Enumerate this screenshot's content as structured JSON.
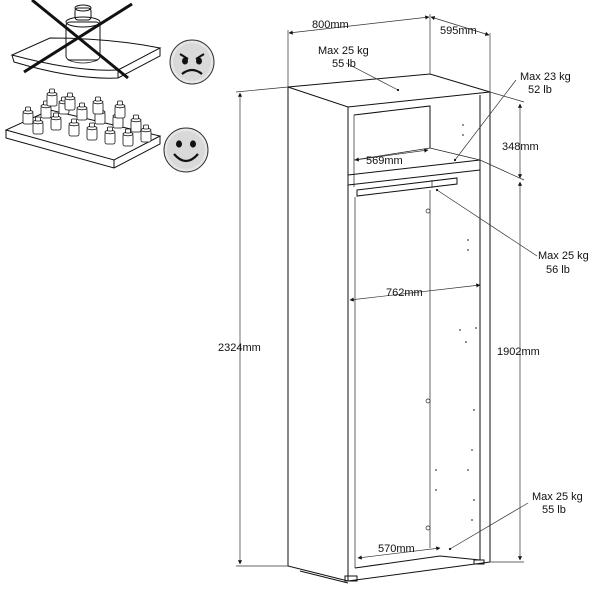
{
  "dimensions": {
    "width": "800mm",
    "depth": "595mm",
    "height": "2324mm",
    "top_compartment_height": "348mm",
    "lower_compartment_height": "1902mm",
    "shelf_depth": "569mm",
    "rail_width": "762mm",
    "bottom_depth": "570mm"
  },
  "loads": {
    "top": {
      "kg": "Max 25 kg",
      "lb": "55 lb"
    },
    "shelf": {
      "kg": "Max 23 kg",
      "lb": "52 lb"
    },
    "rail": {
      "kg": "Max 25 kg",
      "lb": "56 lb"
    },
    "bottom": {
      "kg": "Max 25 kg",
      "lb": "55 lb"
    }
  },
  "icons": {
    "bad_load": "sad-face-icon",
    "good_load": "happy-face-icon"
  }
}
